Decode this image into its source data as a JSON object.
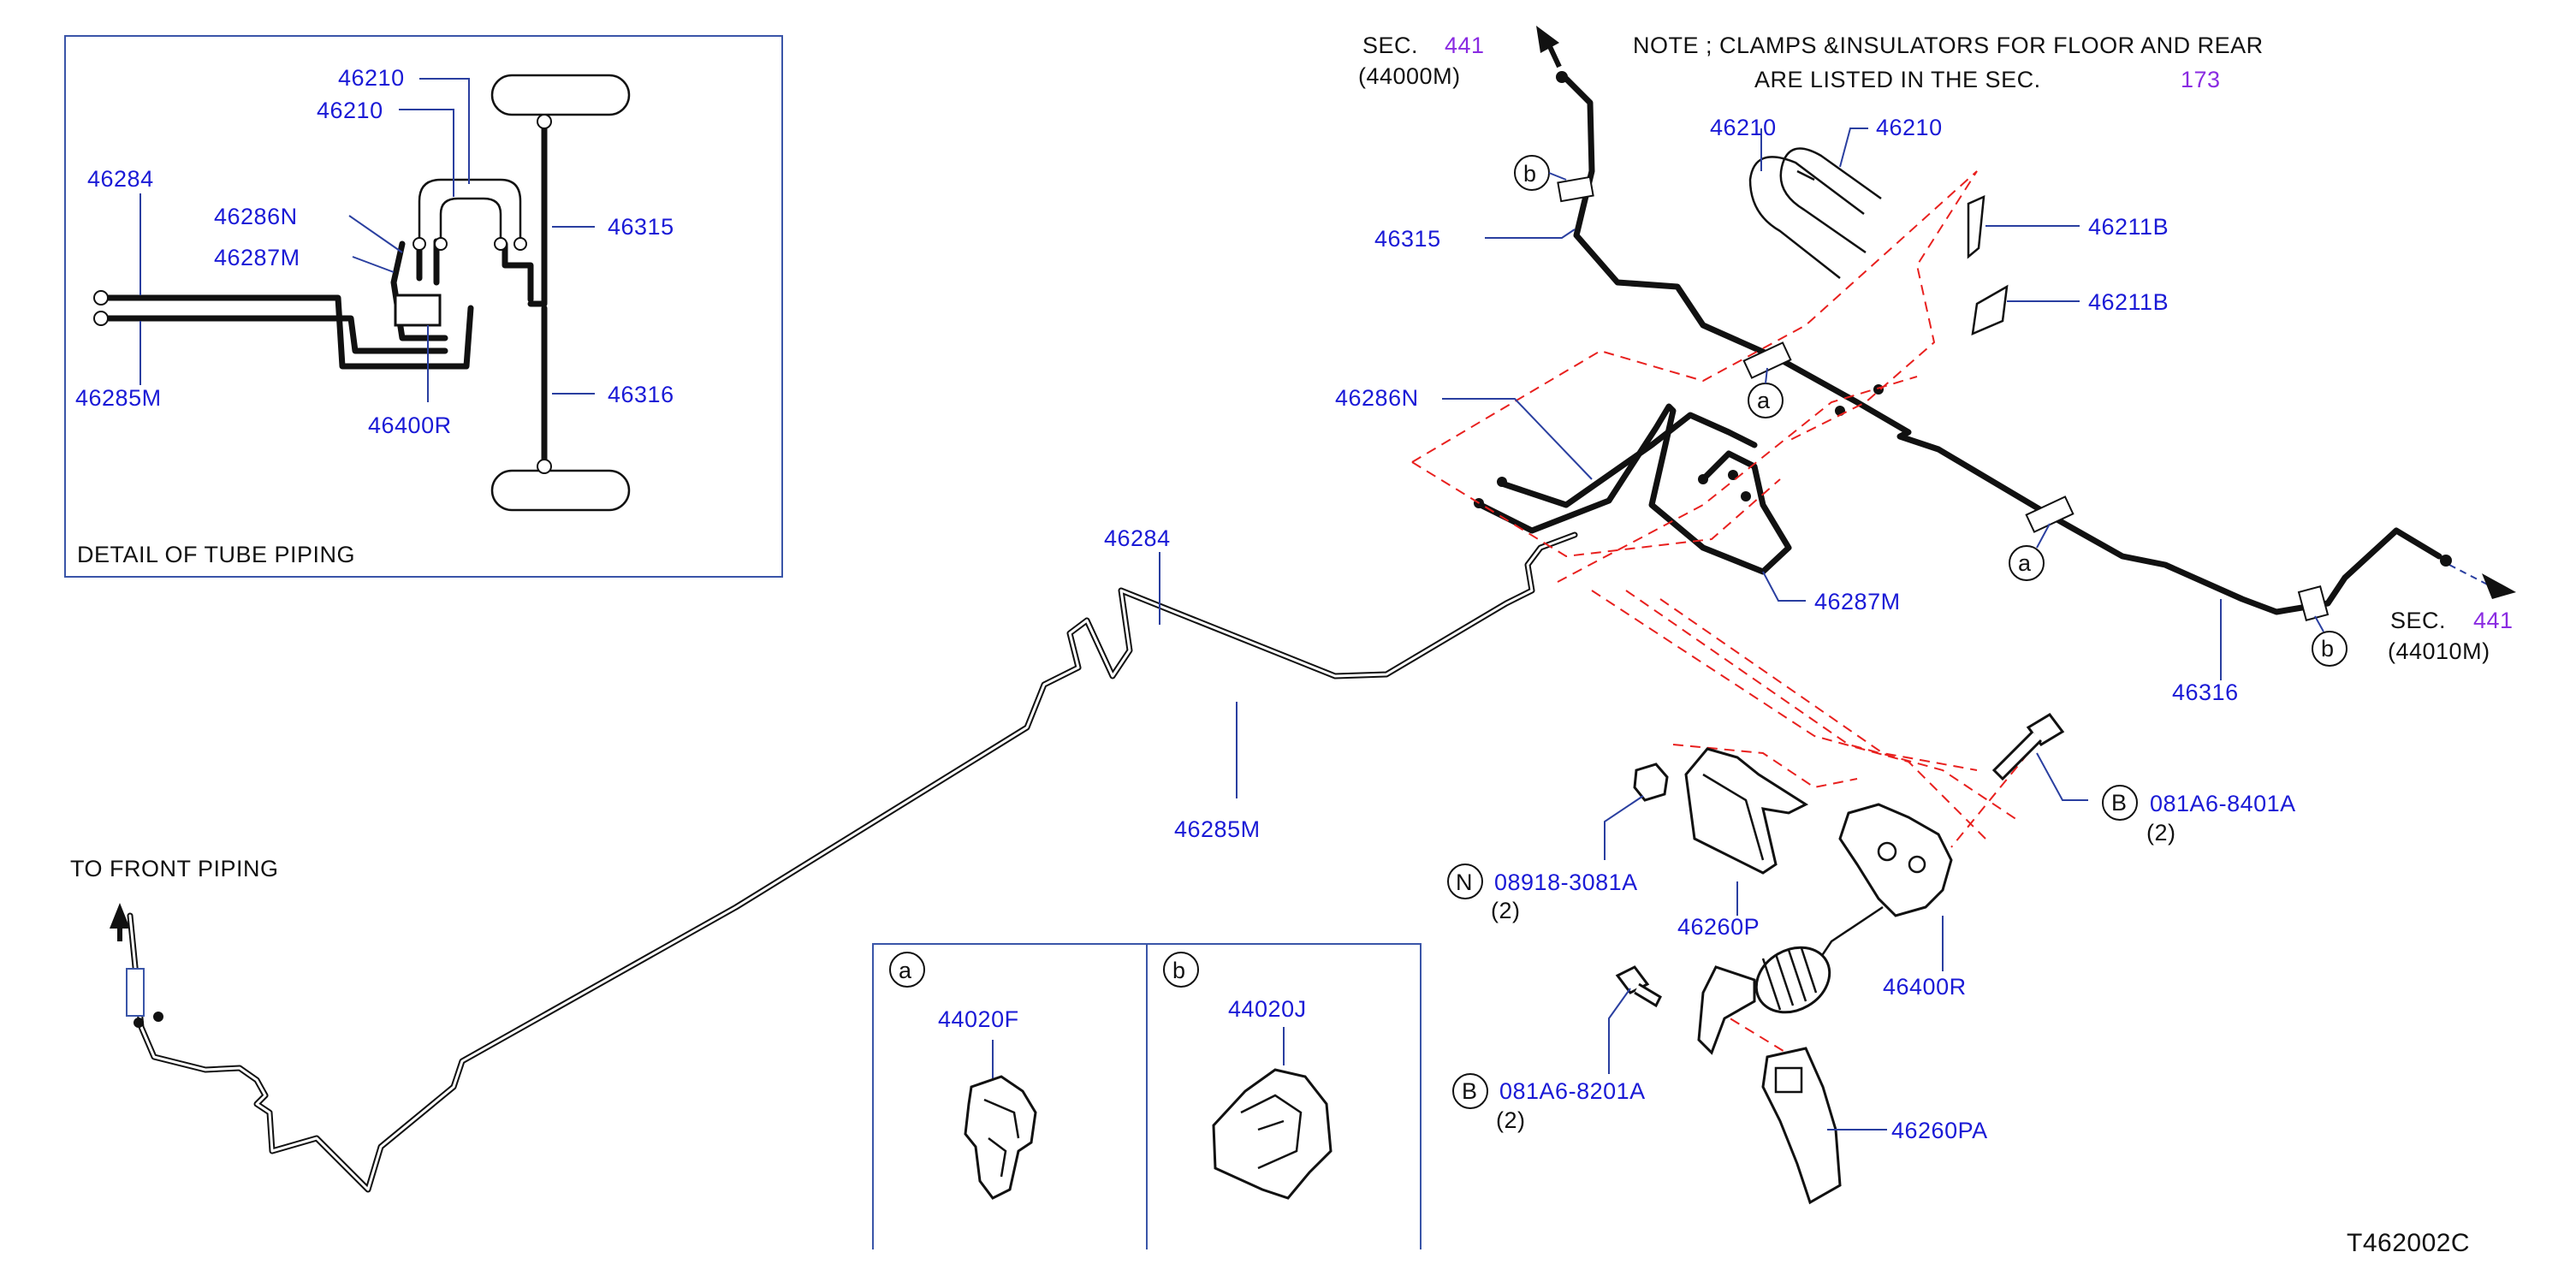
{
  "detail_box": {
    "title": "DETAIL  OF  TUBE  PIPING",
    "labels": {
      "p46210_a": "46210",
      "p46210_b": "46210",
      "p46284": "46284",
      "p46286N": "46286N",
      "p46287M": "46287M",
      "p46315": "46315",
      "p46316": "46316",
      "p46285M": "46285M",
      "p46400R": "46400R"
    }
  },
  "main": {
    "labels": {
      "p46210_a": "46210",
      "p46210_b": "46210",
      "p46211B_a": "46211B",
      "p46211B_b": "46211B",
      "p46315": "46315",
      "p46286N": "46286N",
      "p46287M": "46287M",
      "p46284": "46284",
      "p46285M": "46285M",
      "p46316": "46316",
      "p46260P": "46260P",
      "p46400R": "46400R",
      "p46260PA": "46260PA",
      "bolt_b1": "081A6-8401A",
      "bolt_b1_qty": "(2)",
      "nut_n": "08918-3081A",
      "nut_n_qty": "(2)",
      "bolt_b2": "081A6-8201A",
      "bolt_b2_qty": "(2)"
    },
    "circle_letters": {
      "a": "a",
      "b": "b",
      "B": "B",
      "N": "N"
    },
    "sec_top": {
      "prefix": "SEC.",
      "num": "441",
      "sub": "(44000M)"
    },
    "sec_right": {
      "prefix": "SEC.",
      "num": "441",
      "sub": "(44010M)"
    },
    "note": {
      "line1": "NOTE  ;  CLAMPS  &INSULATORS  FOR  FLOOR  AND  REAR",
      "line2_text": "ARE  LISTED  IN  THE  SEC.",
      "line2_num": "173"
    },
    "to_front": "TO  FRONT  PIPING"
  },
  "clip_box": {
    "left_letter": "a",
    "left_part": "44020F",
    "right_letter": "b",
    "right_part": "44020J"
  },
  "diagram_code": "T462002C",
  "colors": {
    "part_number": "#1a1ad6",
    "section_ref": "#8a2be2",
    "phantom_line": "#e8201e",
    "frame": "#3a55a8"
  }
}
